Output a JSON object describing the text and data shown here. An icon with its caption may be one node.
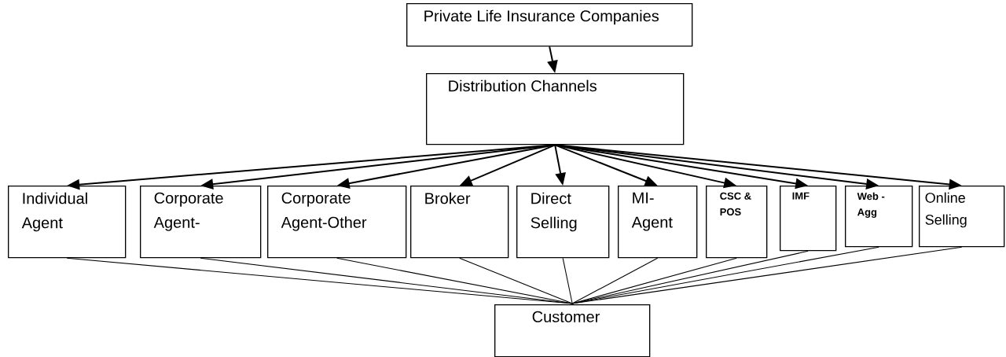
{
  "diagram": {
    "nodes": [
      {
        "text": [
          "Private Life Insurance Companies"
        ]
      },
      {
        "text": [
          "Distribution Channels"
        ]
      },
      {
        "text": [
          "Individual Agent"
        ]
      },
      {
        "text": [
          "Corporate Agent-"
        ]
      },
      {
        "text": [
          "Corporate Agent-Other"
        ]
      },
      {
        "text": [
          "Broker"
        ]
      },
      {
        "text": [
          "Direct Selling"
        ]
      },
      {
        "text": [
          "MI-Agent"
        ]
      },
      {
        "text": [
          "CSC & POS"
        ]
      },
      {
        "text": [
          "IMF"
        ]
      },
      {
        "text": [
          "Web - Agg"
        ]
      },
      {
        "text": [
          "Online Selling"
        ]
      },
      {
        "text": [
          "Customer"
        ]
      }
    ],
    "edges": [
      {
        "from": 0,
        "to": 1,
        "arrow": "to"
      },
      {
        "from": 1,
        "to": 2,
        "arrow": "to"
      },
      {
        "from": 1,
        "to": 3,
        "arrow": "to"
      },
      {
        "from": 1,
        "to": 4,
        "arrow": "to"
      },
      {
        "from": 1,
        "to": 5,
        "arrow": "to"
      },
      {
        "from": 1,
        "to": 6,
        "arrow": "to"
      },
      {
        "from": 1,
        "to": 7,
        "arrow": "to"
      },
      {
        "from": 1,
        "to": 8,
        "arrow": "to"
      },
      {
        "from": 1,
        "to": 9,
        "arrow": "to"
      },
      {
        "from": 1,
        "to": 10,
        "arrow": "to"
      },
      {
        "from": 1,
        "to": 11,
        "arrow": "to"
      },
      {
        "from": 2,
        "to": 12,
        "arrow": "none"
      },
      {
        "from": 3,
        "to": 12,
        "arrow": "none"
      },
      {
        "from": 4,
        "to": 12,
        "arrow": "none"
      },
      {
        "from": 5,
        "to": 12,
        "arrow": "none"
      },
      {
        "from": 6,
        "to": 12,
        "arrow": "none"
      },
      {
        "from": 7,
        "to": 12,
        "arrow": "none"
      },
      {
        "from": 8,
        "to": 12,
        "arrow": "none"
      },
      {
        "from": 9,
        "to": 12,
        "arrow": "none"
      },
      {
        "from": 10,
        "to": 12,
        "arrow": "none"
      },
      {
        "from": 11,
        "to": 12,
        "arrow": "none"
      }
    ]
  }
}
